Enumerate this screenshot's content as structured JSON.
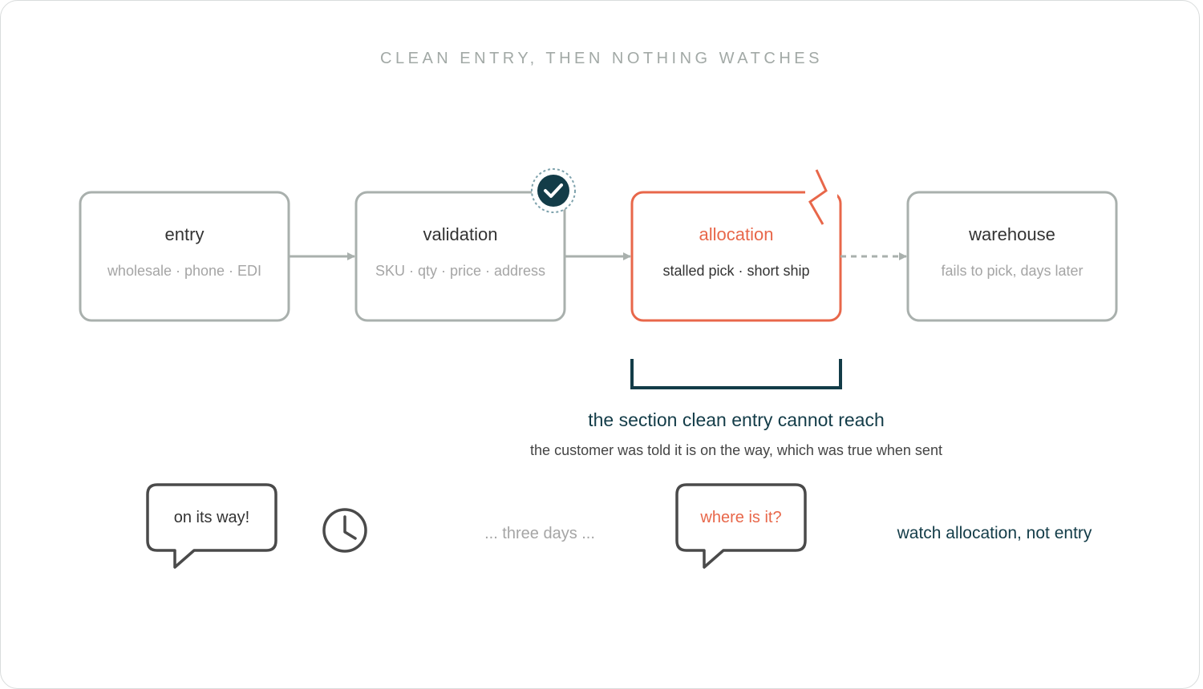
{
  "title": "CLEAN ENTRY, THEN NOTHING WATCHES",
  "stages": [
    {
      "name": "entry",
      "detail": "wholesale · phone · EDI"
    },
    {
      "name": "validation",
      "detail": "SKU · qty · price · address"
    },
    {
      "name": "allocation",
      "detail": "stalled pick · short ship"
    },
    {
      "name": "warehouse",
      "detail": "fails to pick, days later"
    }
  ],
  "section": {
    "heading": "the section clean entry cannot reach",
    "caption": "the customer was told it is on the way, which was true when sent"
  },
  "timeline": {
    "bubble_sent": "on its way!",
    "gap": "... three days ...",
    "bubble_asked": "where is it?",
    "takeaway": "watch allocation, not entry"
  },
  "icons": {
    "check": "check-circle-icon",
    "break": "break-mark-icon",
    "clock": "clock-icon"
  },
  "colors": {
    "muted_gray": "#a2a9a6",
    "box_stroke": "#a9b0ad",
    "accent_orange": "#e8674a",
    "dark_teal": "#133c48",
    "text_dark": "#333333",
    "text_light": "#a5a5a5"
  }
}
